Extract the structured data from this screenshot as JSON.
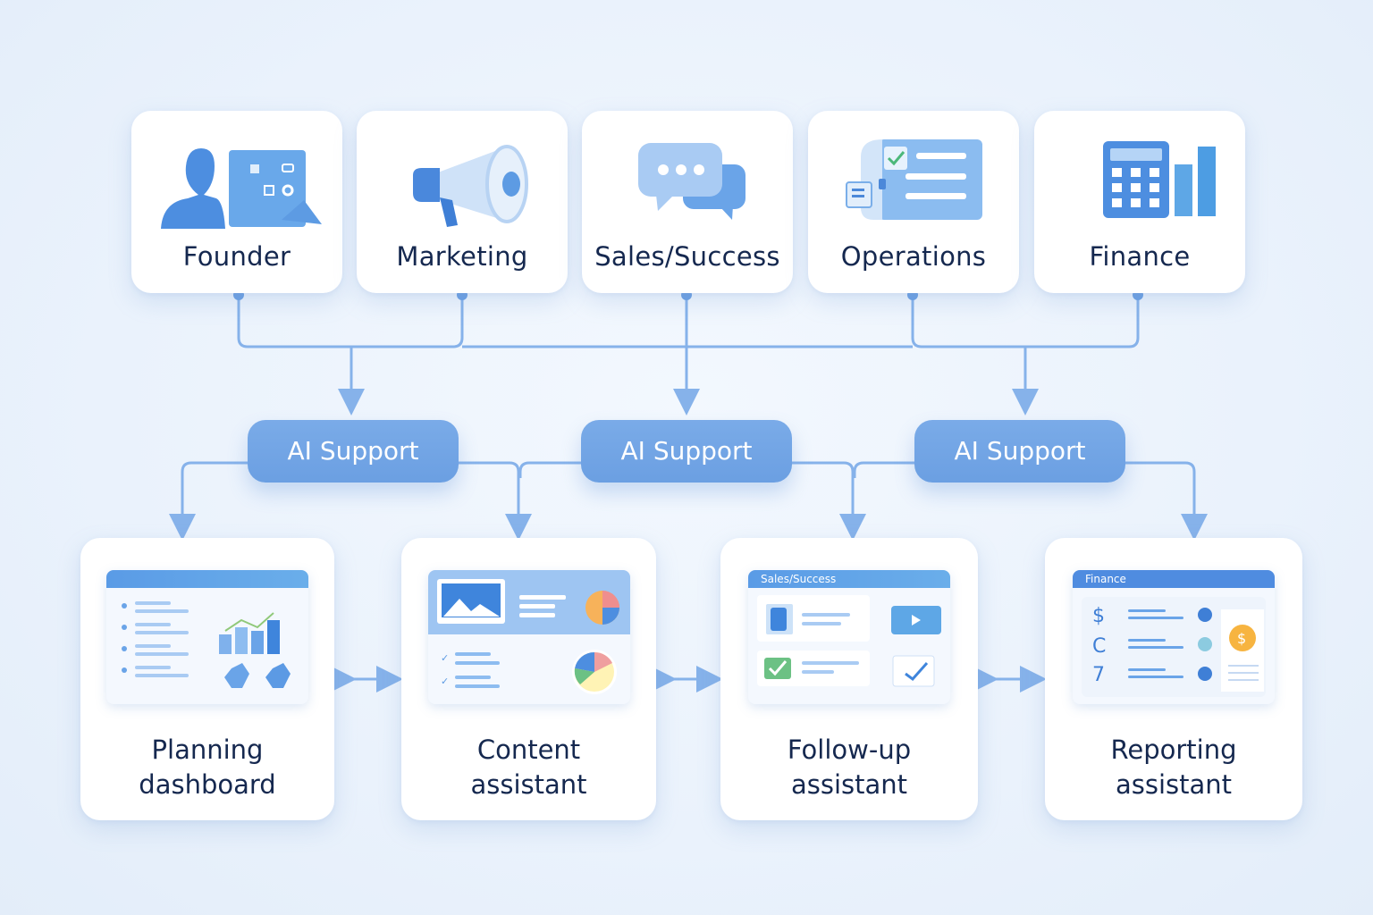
{
  "roles": [
    {
      "label": "Founder",
      "icon": "founder-planning-icon"
    },
    {
      "label": "Marketing",
      "icon": "megaphone-icon"
    },
    {
      "label": "Sales/Success",
      "icon": "chat-bubbles-icon"
    },
    {
      "label": "Operations",
      "icon": "checklist-icon"
    },
    {
      "label": "Finance",
      "icon": "calculator-chart-icon"
    }
  ],
  "ai_support": [
    {
      "label": "AI Support"
    },
    {
      "label": "AI Support"
    },
    {
      "label": "AI Support"
    }
  ],
  "tools": [
    {
      "label_line1": "Planning",
      "label_line2": "dashboard",
      "mock_title": ""
    },
    {
      "label_line1": "Content",
      "label_line2": "assistant",
      "mock_title": ""
    },
    {
      "label_line1": "Follow-up",
      "label_line2": "assistant",
      "mock_title": "Sales/Success"
    },
    {
      "label_line1": "Reporting",
      "label_line2": "assistant",
      "mock_title": "Finance"
    }
  ],
  "finance_mock_rows": [
    "$",
    "C",
    "7"
  ],
  "colors": {
    "accent": "#6b9fe2",
    "line": "#86b2ea",
    "text": "#15284f",
    "background": "#eaf2fc"
  }
}
